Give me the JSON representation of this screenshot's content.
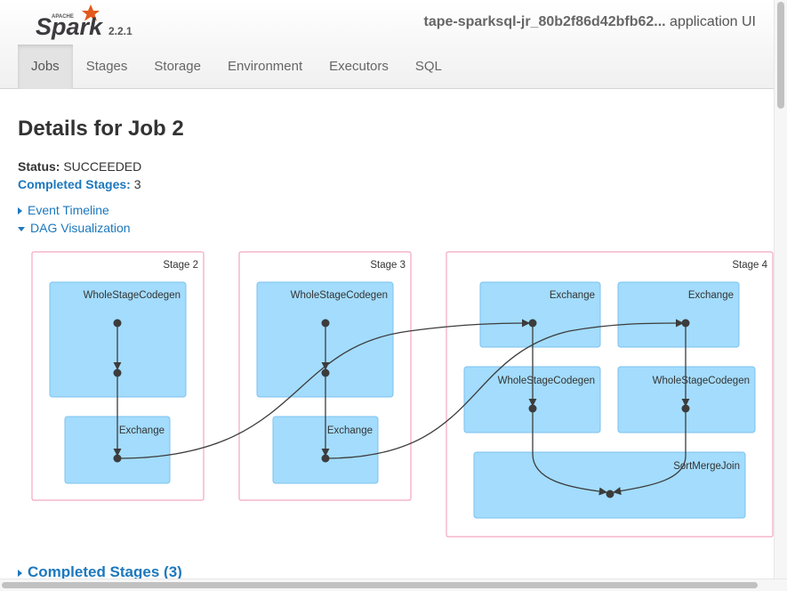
{
  "brand": {
    "logo_word": "Spark",
    "logo_small": "APACHE",
    "version": "2.2.1"
  },
  "header": {
    "app_name": "tape-sparksql-jr_80b2f86d42bfb62...",
    "app_suffix": " application UI"
  },
  "tabs": [
    {
      "label": "Jobs",
      "active": true
    },
    {
      "label": "Stages",
      "active": false
    },
    {
      "label": "Storage",
      "active": false
    },
    {
      "label": "Environment",
      "active": false
    },
    {
      "label": "Executors",
      "active": false
    },
    {
      "label": "SQL",
      "active": false
    }
  ],
  "page": {
    "title": "Details for Job 2",
    "status_label": "Status:",
    "status_value": "SUCCEEDED",
    "completed_label": "Completed Stages:",
    "completed_value": "3",
    "event_timeline": "Event Timeline",
    "dag_visualization": "DAG Visualization",
    "completed_section": "Completed Stages (3)"
  },
  "dag": {
    "stages": [
      "Stage 2",
      "Stage 3",
      "Stage 4"
    ],
    "nodes": {
      "s2_codegen": "WholeStageCodegen",
      "s2_exchange": "Exchange",
      "s3_codegen": "WholeStageCodegen",
      "s3_exchange": "Exchange",
      "s4_exchange_a": "Exchange",
      "s4_exchange_b": "Exchange",
      "s4_codegen_a": "WholeStageCodegen",
      "s4_codegen_b": "WholeStageCodegen",
      "s4_smj": "SortMergeJoin"
    }
  },
  "colors": {
    "link": "#1c78bd",
    "stage_border": "#f2a7c0",
    "node_fill": "#a3dcfd",
    "node_border": "#7cc2ee",
    "edge": "#3c3c3c"
  }
}
